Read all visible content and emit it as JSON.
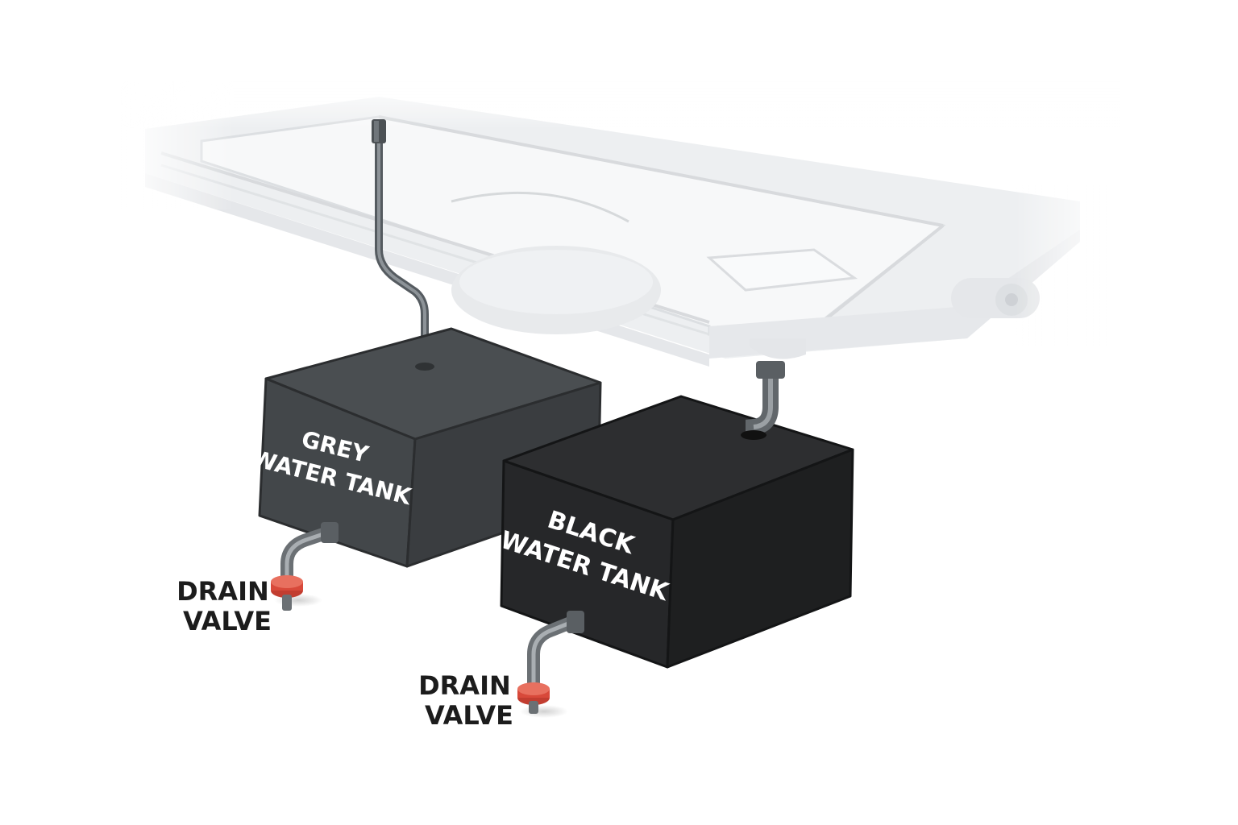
{
  "diagram": {
    "grey_tank": {
      "label_line1": "GREY",
      "label_line2": "WATER TANK"
    },
    "black_tank": {
      "label_line1": "BLACK",
      "label_line2": "WATER TANK"
    },
    "grey_drain": {
      "label_line1": "DRAIN",
      "label_line2": "VALVE"
    },
    "black_drain": {
      "label_line1": "DRAIN",
      "label_line2": "VALVE"
    }
  },
  "colors": {
    "grey_tank": "#3f4244",
    "black_tank": "#232425",
    "valve_red": "#d8493a",
    "pipe_grey": "#8a8f93",
    "vent_blue": "#4a6e8a",
    "chassis": "#e9ebed",
    "label_text": "#ffffff",
    "callout_text": "#1c1c1c"
  },
  "icons": {
    "grey_drain_valve": "drain-valve-icon",
    "black_drain_valve": "drain-valve-icon"
  }
}
